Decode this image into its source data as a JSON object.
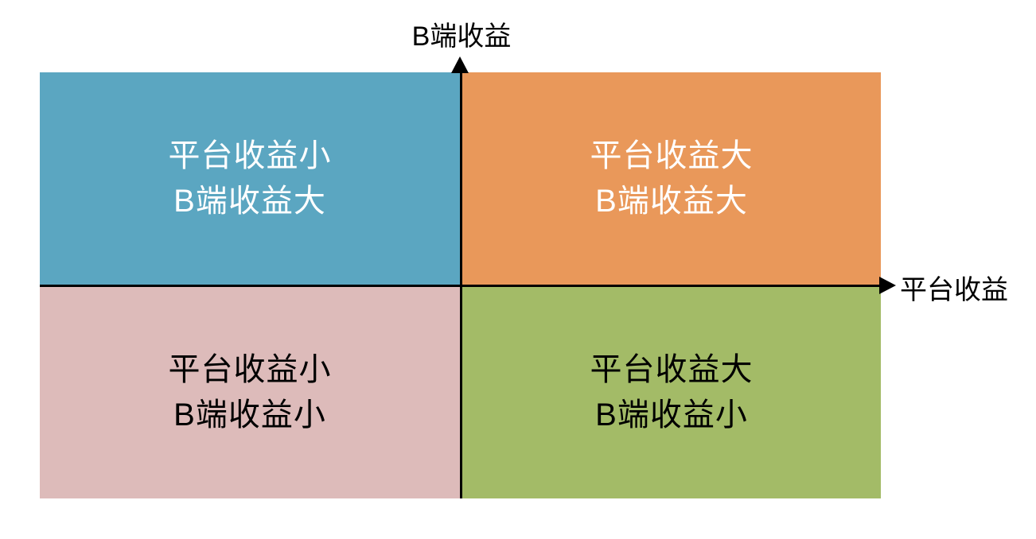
{
  "diagram": {
    "type": "quadrant-matrix",
    "axes": {
      "vertical_label": "B端收益",
      "horizontal_label": "平台收益",
      "line_color": "#000000"
    },
    "quadrants": {
      "top_left": {
        "line1": "平台收益小",
        "line2": "B端收益大",
        "bg": "#5BA6C1",
        "text_color": "#FFFFFF"
      },
      "top_right": {
        "line1": "平台收益大",
        "line2": "B端收益大",
        "bg": "#E9985A",
        "text_color": "#FFFFFF"
      },
      "bottom_left": {
        "line1": "平台收益小",
        "line2": "B端收益小",
        "bg": "#DDBBBA",
        "text_color": "#000000"
      },
      "bottom_right": {
        "line1": "平台收益大",
        "line2": "B端收益小",
        "bg": "#A3BB67",
        "text_color": "#000000"
      }
    }
  }
}
